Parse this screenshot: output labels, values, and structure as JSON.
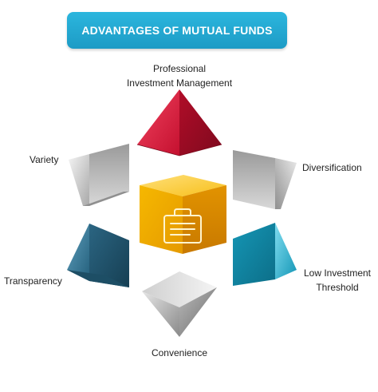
{
  "title": "ADVANTAGES OF MUTUAL FUNDS",
  "labels": {
    "professional": [
      "Professional",
      "Investment Management"
    ],
    "variety": "Variety",
    "diversification": "Diversification",
    "transparency": "Transparency",
    "low_investment": [
      "Low Investment",
      "Threshold"
    ],
    "convenience": "Convenience"
  },
  "center_icon": "briefcase-document-icon",
  "colors": {
    "title_bg": "#1fa4cf",
    "red": "#d4173a",
    "teal": "#1aa9c9",
    "steel_blue": "#2e6f8c",
    "gold": "#f4b400",
    "silver": "#bdbdbd"
  }
}
